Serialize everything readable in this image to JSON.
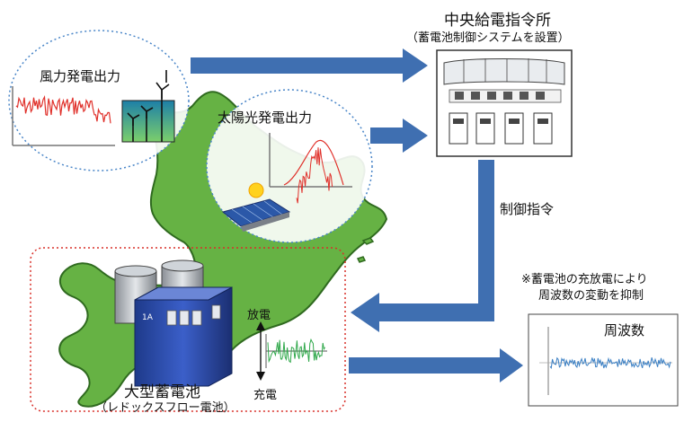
{
  "control_center": {
    "title": "中央給電指令所",
    "subtitle": "（蓄電池制御システムを設置）"
  },
  "wind": {
    "label": "風力発電出力"
  },
  "solar": {
    "label": "太陽光発電出力"
  },
  "control_command": {
    "label": "制御指令"
  },
  "note": {
    "line1": "※蓄電池の充放電により",
    "line2": "周波数の変動を抑制"
  },
  "frequency": {
    "label": "周波数"
  },
  "battery": {
    "name": "大型蓄電池",
    "type": "（レドックスフロー電池）",
    "discharge": "放電",
    "charge": "充電",
    "unit_mark": "1A"
  },
  "colors": {
    "arrow": "#3f6fb1",
    "land": "#66b244",
    "land_stroke": "#2f6a1f",
    "wind_signal": "#e0302a",
    "solar_signal": "#e0302a",
    "battery_signal": "#2fa84a",
    "freq_signal": "#3a7fc4",
    "dotted_blue": "#4a86c8",
    "dotted_red": "#d9302a"
  }
}
